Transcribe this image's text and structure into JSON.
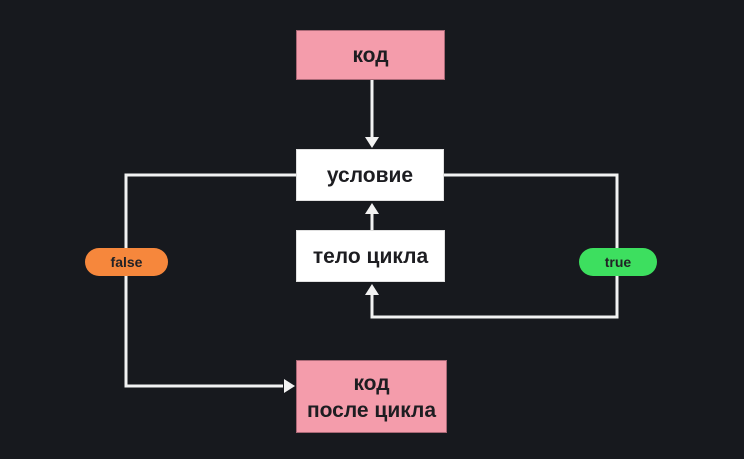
{
  "diagram": {
    "description": "while-loop flowchart",
    "nodes": {
      "code": {
        "label": "код"
      },
      "condition": {
        "label": "условие"
      },
      "loop_body": {
        "label": "тело цикла"
      },
      "code_after": {
        "lines": [
          "код",
          "после цикла"
        ]
      }
    },
    "branch_labels": {
      "false_label": "false",
      "true_label": "true"
    },
    "colors": {
      "background": "#17191e",
      "node_pink": "#f49cab",
      "node_white": "#ffffff",
      "false_orange": "#f6873c",
      "true_green": "#3ddf5f",
      "line": "#f2f2f2"
    }
  }
}
